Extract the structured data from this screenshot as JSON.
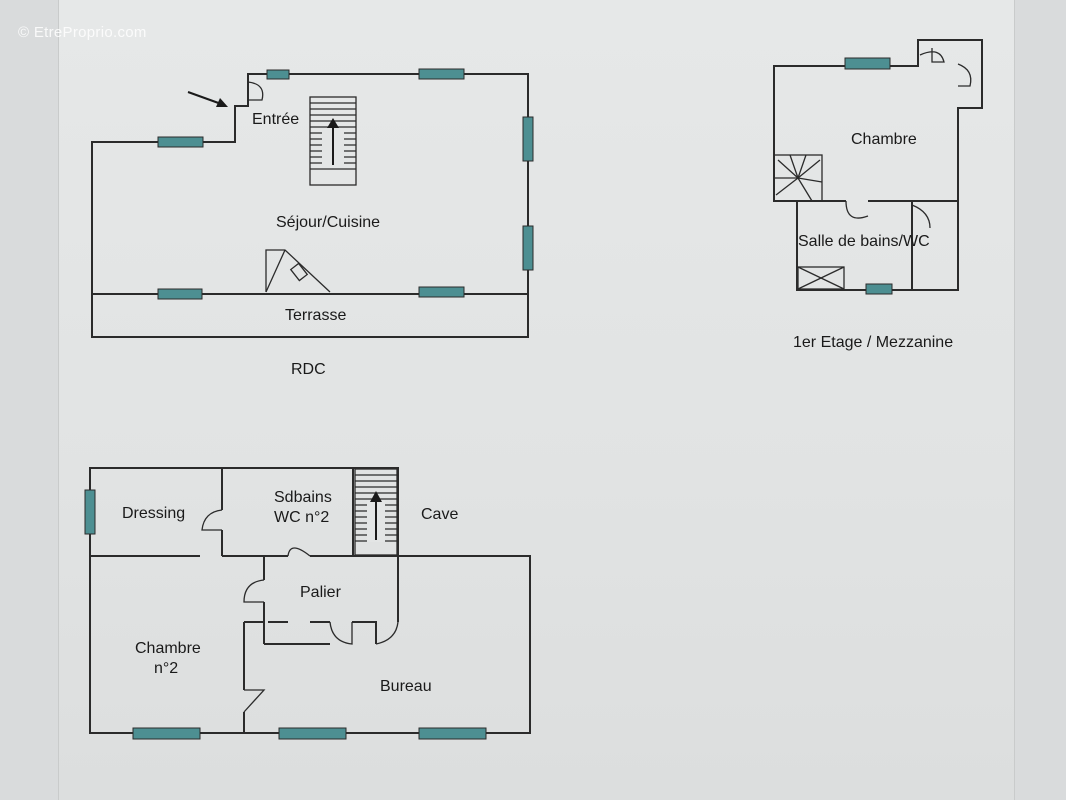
{
  "watermark": "© EtreProprio.com",
  "plans": {
    "rdc": {
      "caption": "RDC",
      "rooms": {
        "entree": "Entrée",
        "sejour": "Séjour/Cuisine",
        "terrasse": "Terrasse"
      }
    },
    "etage1": {
      "caption": "1er Etage / Mezzanine",
      "rooms": {
        "chambre": "Chambre",
        "salle_bains": "Salle de bains/WC"
      }
    },
    "sous_sol": {
      "rooms": {
        "dressing": "Dressing",
        "sdbains_1": "Sdbains",
        "sdbains_2": "WC n°2",
        "cave": "Cave",
        "palier": "Palier",
        "chambre2_1": "Chambre",
        "chambre2_2": "n°2",
        "bureau": "Bureau"
      }
    }
  },
  "colors": {
    "window": "#4d8f92",
    "wall": "#2b2b2b",
    "paper": "#e3e5e5"
  }
}
